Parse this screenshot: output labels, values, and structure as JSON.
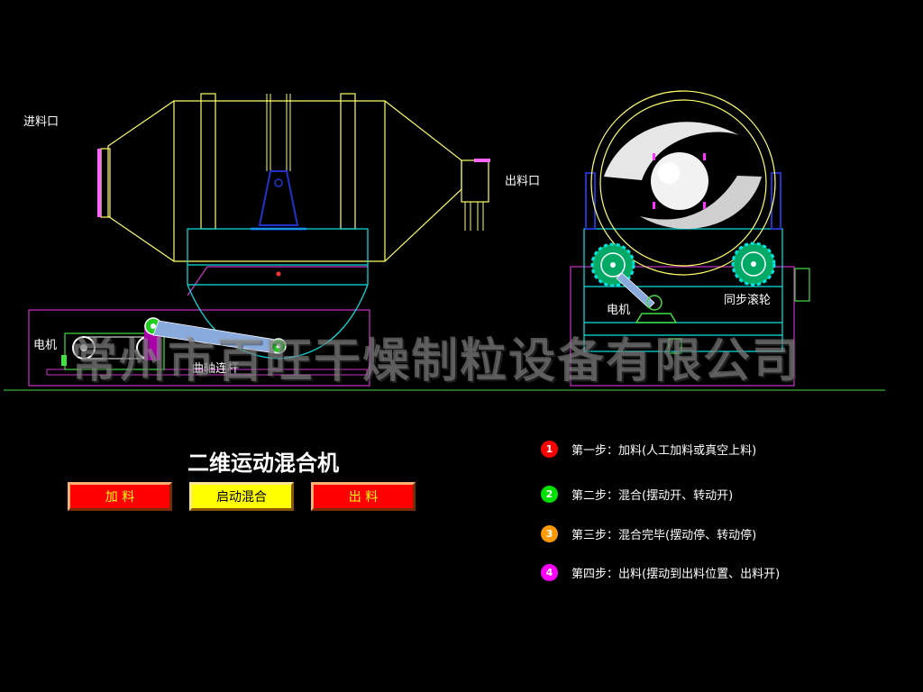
{
  "diagram": {
    "inlet_label": "进料口",
    "outlet_label": "出料口",
    "motor_left_label": "电机",
    "crank_label": "曲轴连杆",
    "motor_right_label": "电机",
    "roller_label": "同步滚轮"
  },
  "watermark": "常州市百旺干燥制粒设备有限公司",
  "title": "二维运动混合机",
  "buttons": {
    "feed": "加 料",
    "start_mix": "启动混合",
    "discharge": "出 料"
  },
  "steps": [
    {
      "num": "1",
      "color": "#ff0000",
      "text": "第一步：加料(人工加料或真空上料)"
    },
    {
      "num": "2",
      "color": "#00e000",
      "text": "第二步：混合(摆动开、转动开)"
    },
    {
      "num": "3",
      "color": "#ff9900",
      "text": "第三步：混合完毕(摆动停、转动停)"
    },
    {
      "num": "4",
      "color": "#ff00ff",
      "text": "第四步：出料(摆动到出料位置、出料开)"
    }
  ],
  "colors": {
    "outline_yellow": "#ffff66",
    "frame_cyan": "#00e5e5",
    "base_magenta": "#cc33cc",
    "structure_blue": "#2233cc",
    "green_line": "#44dd44"
  }
}
